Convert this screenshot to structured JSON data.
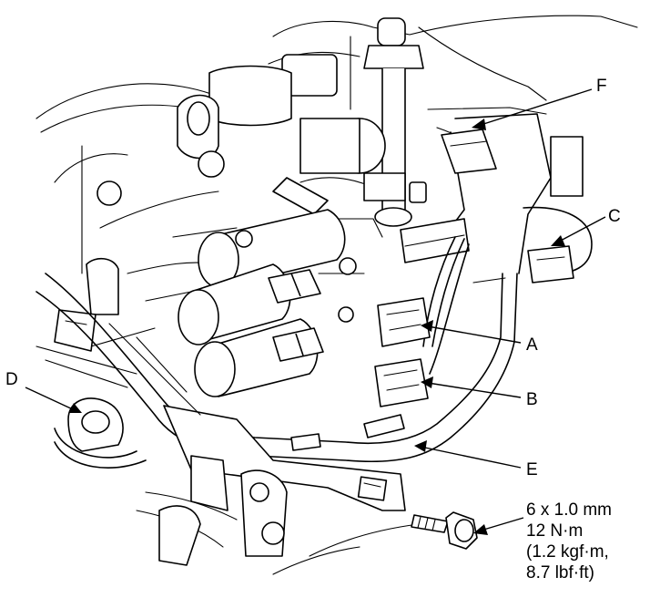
{
  "callouts": {
    "a": "A",
    "b": "B",
    "c": "C",
    "d": "D",
    "e": "E",
    "f": "F"
  },
  "bolt_spec": {
    "size": "6 x 1.0 mm",
    "torque_nm": "12 N·m",
    "torque_kgfm": "(1.2 kgf·m,",
    "torque_lbfft": "8.7 lbf·ft)"
  }
}
